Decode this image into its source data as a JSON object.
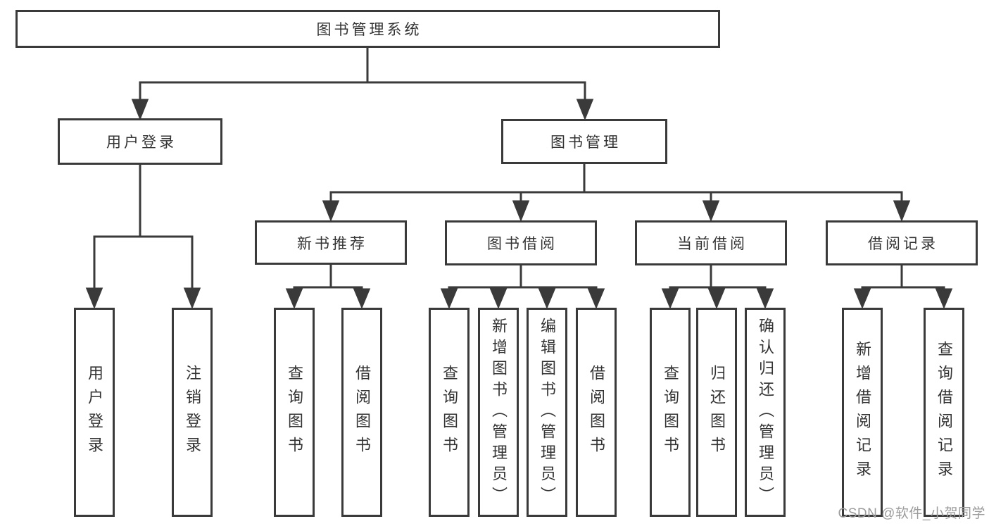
{
  "tree": {
    "root": {
      "label": "图书管理系统"
    },
    "branches": [
      {
        "label": "用户登录",
        "children": [
          {
            "label": "用户登录"
          },
          {
            "label": "注销登录"
          }
        ]
      },
      {
        "label": "图书管理",
        "children": [
          {
            "label": "新书推荐",
            "children": [
              {
                "label": "查询图书"
              },
              {
                "label": "借阅图书"
              }
            ]
          },
          {
            "label": "图书借阅",
            "children": [
              {
                "label": "查询图书"
              },
              {
                "label": "新增图书（管理员）"
              },
              {
                "label": "编辑图书（管理员）"
              },
              {
                "label": "借阅图书"
              }
            ]
          },
          {
            "label": "当前借阅",
            "children": [
              {
                "label": "查询图书"
              },
              {
                "label": "归还图书"
              },
              {
                "label": "确认归还（管理员）"
              }
            ]
          },
          {
            "label": "借阅记录",
            "children": [
              {
                "label": "新增借阅记录"
              },
              {
                "label": "查询借阅记录"
              }
            ]
          }
        ]
      }
    ]
  },
  "watermark": {
    "text": "CSDN @软件_小贺同学"
  },
  "colors": {
    "line": "#3a3a3a",
    "text": "#333333",
    "watermark": "#9c9c9c",
    "background": "#ffffff"
  }
}
